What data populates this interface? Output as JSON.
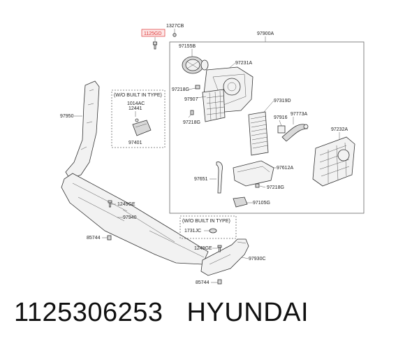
{
  "labels": {
    "l1125gd": "1125GD",
    "l1327cb": "1327CB",
    "l97900a": "97900A",
    "l97155b": "97155B",
    "l97231a": "97231A",
    "l97218g_a": "97218G",
    "l97907": "97907",
    "l97218g_b": "97218G",
    "l97319d": "97319D",
    "l97916": "97916",
    "l97773a": "97773A",
    "l97232a": "97232A",
    "l97612a": "97612A",
    "l97651": "97651",
    "l97218g_c": "97218G",
    "l97105g": "97105G",
    "l97950": "97950",
    "wo1_title": "(W/O BUILT IN TYPE)",
    "l1014ac": "1014AC",
    "l12441": "12441",
    "l97401": "97401",
    "l1249ge_a": "1249GE",
    "l97940": "97940",
    "l85744_a": "85744",
    "wo2_title": "(W/O BUILT IN TYPE)",
    "l1731jc": "1731JC",
    "l1249ge_b": "1249GE",
    "l97930c": "97930C",
    "l85744_b": "85744"
  },
  "caption": {
    "part_number": "1125306253",
    "brand": "HYUNDAI"
  },
  "colors": {
    "highlight": "#dd3333",
    "line": "#333333"
  }
}
